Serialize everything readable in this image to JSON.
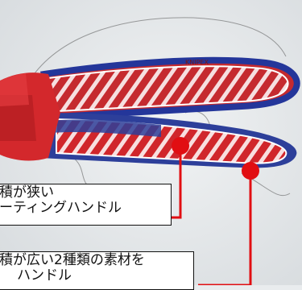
{
  "callouts": [
    {
      "line1": "積が狭い",
      "line2": "ーティングハンドル"
    },
    {
      "line1": "積が広い2種類の素材を",
      "line2": "ハンドル"
    }
  ],
  "colors": {
    "background": "#e9ecee",
    "handle_red": "#d0262b",
    "handle_blue": "#2d3f9a",
    "hatch": "#ffffff",
    "marker": "#e10e12",
    "leader": "#e10e12"
  },
  "subject": {
    "plier_imprint": "KNIPEX"
  }
}
